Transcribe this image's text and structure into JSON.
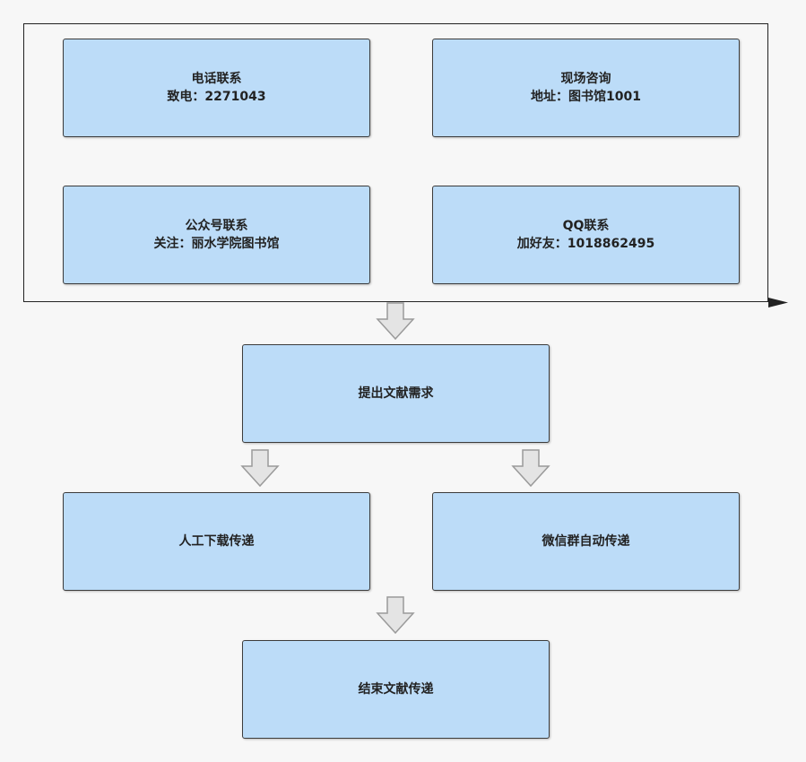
{
  "contact_channels": {
    "phone": {
      "title": "电话联系",
      "detail": "致电：2271043"
    },
    "onsite": {
      "title": "现场咨询",
      "detail": "地址：图书馆1001"
    },
    "wechat_official": {
      "title": "公众号联系",
      "detail": "关注：丽水学院图书馆"
    },
    "qq": {
      "title": "QQ联系",
      "detail": "加好友：1018862495"
    }
  },
  "steps": {
    "submit_request": "提出文献需求",
    "manual_download": "人工下载传递",
    "wechat_group": "微信群自动传递",
    "finish": "结束文献传递"
  },
  "colors": {
    "box_fill": "#bcdcf8",
    "box_border": "#3c3c3c",
    "arrow_fill": "#e4e4e4",
    "arrow_stroke": "#9a9a9a",
    "background": "#f7f7f7"
  }
}
